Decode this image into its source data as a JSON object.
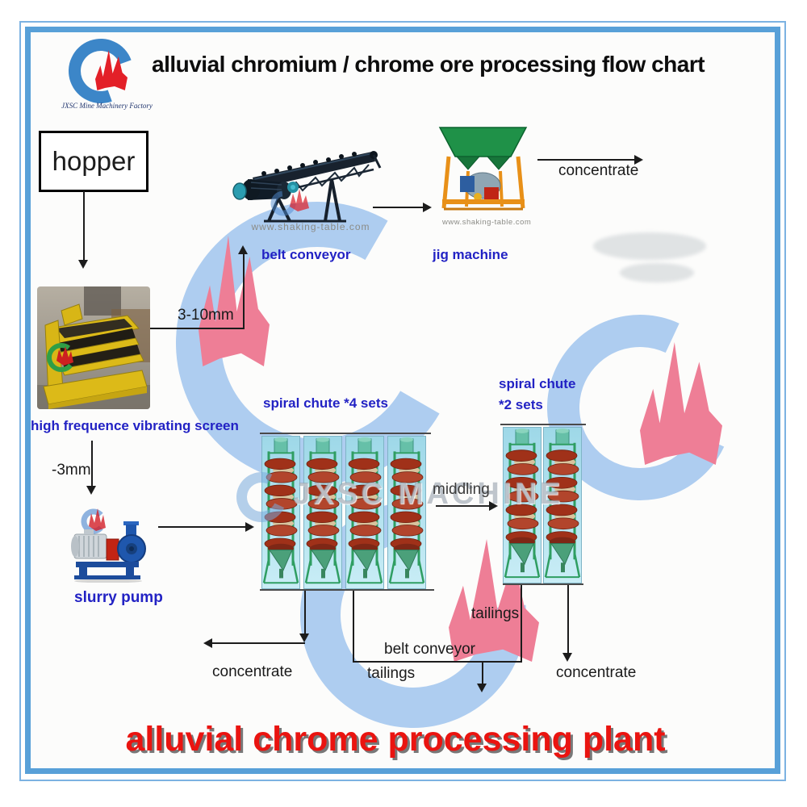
{
  "header": {
    "logo_caption": "JXSC Mine Machinery Factory",
    "title": "alluvial chromium / chrome ore processing flow chart"
  },
  "nodes": {
    "hopper": "hopper",
    "vibrating_screen": "high frequence vibrating screen",
    "belt_conveyor": "belt conveyor",
    "jig_machine": "jig machine",
    "slurry_pump": "slurry pump",
    "spiral_chute_4": "spiral chute *4 sets",
    "spiral_chute_2_line1": "spiral chute",
    "spiral_chute_2_line2": "*2 sets"
  },
  "streams": {
    "size_over": "3-10mm",
    "size_under": "-3mm",
    "concentrate_top": "concentrate",
    "middling": "middling",
    "tailings_right": "tailings",
    "belt_conveyor_bottom": "belt conveyor",
    "tailings_bottom": "tailings",
    "concentrate_left": "concentrate",
    "concentrate_right": "concentrate"
  },
  "watermarks": {
    "site": "www.shaking-table.com",
    "brand": "JXSC MACHINE"
  },
  "footer": {
    "title": "alluvial chrome processing plant"
  },
  "colors": {
    "label_blue": "#2222c4",
    "footer_red": "#ea1410",
    "frame_blue": "#58a0d8",
    "watermark_blue": "#aecdf0",
    "watermark_pink": "#ee7e96",
    "logo_red": "#e32028"
  }
}
